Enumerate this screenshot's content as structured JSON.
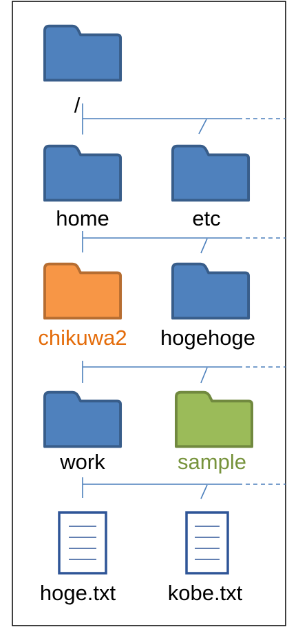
{
  "colors": {
    "border": "#000000",
    "line": "#4A7EBB",
    "folder_blue_fill": "#4F81BD",
    "folder_blue_stroke": "#385D8A",
    "folder_orange_fill": "#F79646",
    "folder_orange_stroke": "#B66D31",
    "folder_green_fill": "#9BBB59",
    "folder_green_stroke": "#71893F",
    "file_stroke": "#2F5597",
    "text_default": "#000000",
    "text_orange": "#E46C0A",
    "text_green": "#77933C"
  },
  "nodes": {
    "root": {
      "label": "/",
      "icon": "folder-icon",
      "color": "blue"
    },
    "home": {
      "label": "home",
      "icon": "folder-icon",
      "color": "blue"
    },
    "etc": {
      "label": "etc",
      "icon": "folder-icon",
      "color": "blue"
    },
    "chikuwa2": {
      "label": "chikuwa2",
      "icon": "folder-icon",
      "color": "orange"
    },
    "hogehoge": {
      "label": "hogehoge",
      "icon": "folder-icon",
      "color": "blue"
    },
    "work": {
      "label": "work",
      "icon": "folder-icon",
      "color": "blue"
    },
    "sample": {
      "label": "sample",
      "icon": "folder-icon",
      "color": "green"
    },
    "hoge_txt": {
      "label": "hoge.txt",
      "icon": "file-icon",
      "color": "blue"
    },
    "kobe_txt": {
      "label": "kobe.txt",
      "icon": "file-icon",
      "color": "blue"
    }
  }
}
